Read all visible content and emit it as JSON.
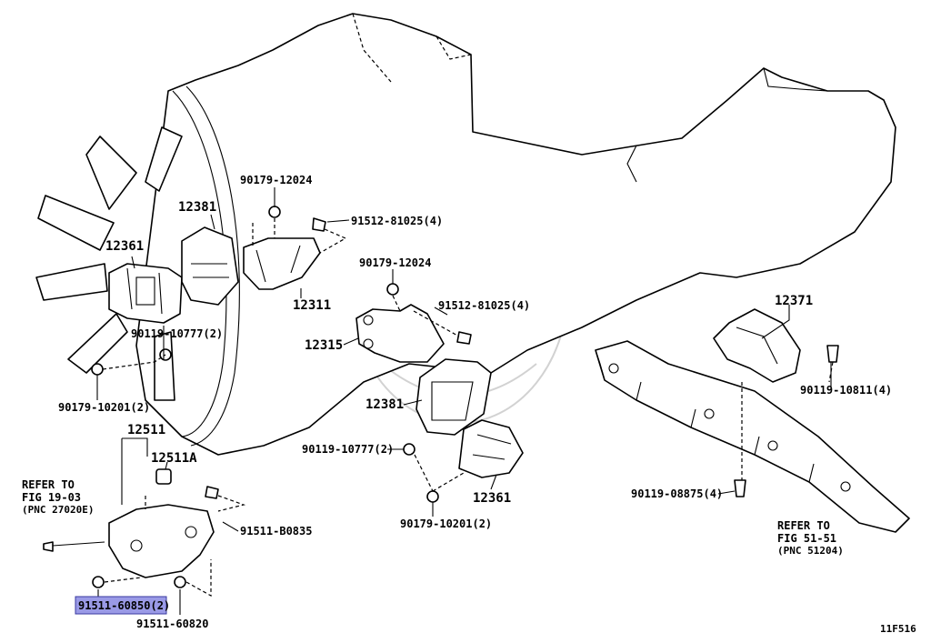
{
  "diagram": {
    "figure_code": "11F516",
    "labels": {
      "p_12361_a": "12361",
      "p_12381_a": "12381",
      "p_90179_12024_a": "90179-12024",
      "p_91512_81025_a": "91512-81025(4)",
      "p_12311": "12311",
      "p_90119_10777_a": "90119-10777(2)",
      "p_90179_10201_a": "90179-10201(2)",
      "p_90179_12024_b": "90179-12024",
      "p_91512_81025_b": "91512-81025(4)",
      "p_12315": "12315",
      "p_12381_b": "12381",
      "p_12511": "12511",
      "p_12511a": "12511A",
      "p_90119_10777_b": "90119-10777(2)",
      "p_12361_b": "12361",
      "p_90179_10201_b": "90179-10201(2)",
      "p_91511_b0835": "91511-B0835",
      "p_91511_60850": "91511-60850(2)",
      "p_91511_60820": "91511-60820",
      "p_12371": "12371",
      "p_90119_10811": "90119-10811(4)",
      "p_90119_08875": "90119-08875(4)",
      "refer_a_line1": "REFER TO",
      "refer_a_line2": "FIG 19-03",
      "refer_a_line3": "(PNC 27020E)",
      "refer_b_line1": "REFER TO",
      "refer_b_line2": "FIG 51-51",
      "refer_b_line3": "(PNC 51204)"
    },
    "highlight_color": "#9a9ae6"
  }
}
